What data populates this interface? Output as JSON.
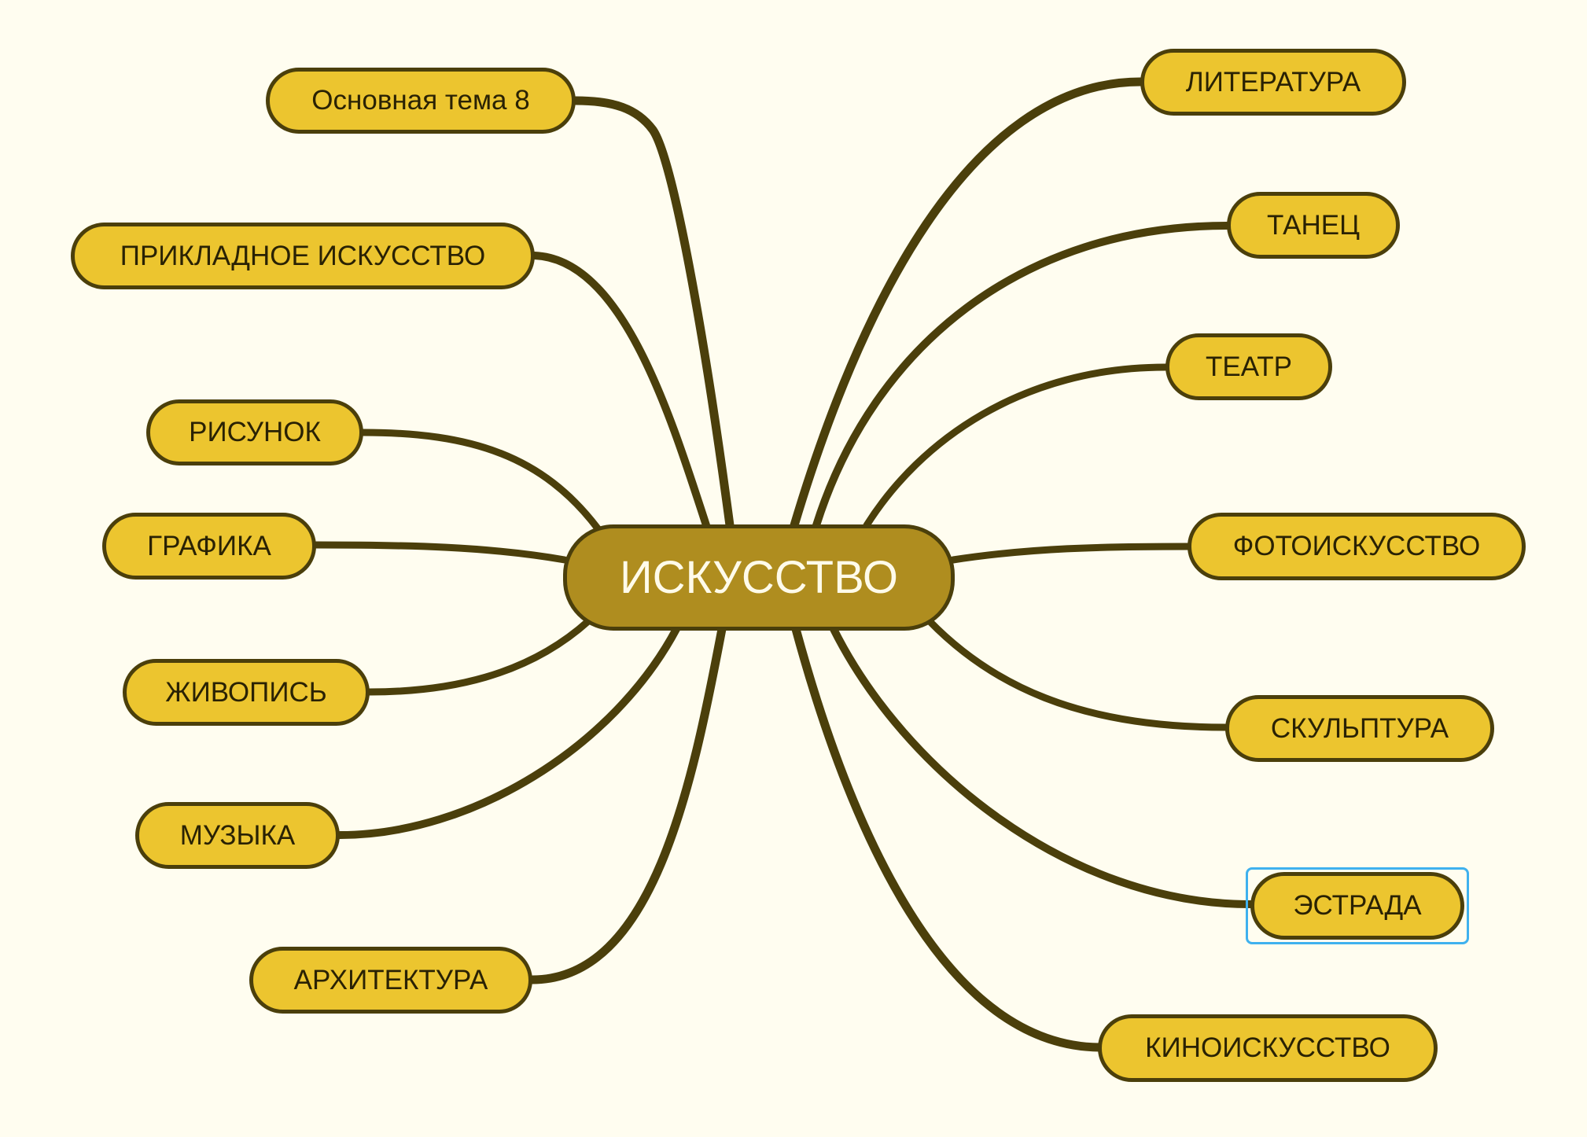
{
  "central": {
    "label": "ИСКУССТВО"
  },
  "topics": {
    "t8": "Основная тема 8",
    "applied": "ПРИКЛАДНОЕ ИСКУССТВО",
    "drawing": "РИСУНОК",
    "graphics": "ГРАФИКА",
    "painting": "ЖИВОПИСЬ",
    "music": "МУЗЫКА",
    "architecture": "АРХИТЕКТУРА",
    "literature": "ЛИТЕРАТУРА",
    "dance": "ТАНЕЦ",
    "theatre": "ТЕАТР",
    "photo": "ФОТОИСКУССТВО",
    "sculpture": "СКУЛЬПТУРА",
    "estrada": "ЭСТРАДА",
    "cinema": "КИНОИСКУССТВО"
  },
  "selected_topic": "ЭСТРАДА",
  "colors": {
    "background": "#fffdf0",
    "topic_fill": "#ecc52f",
    "central_fill": "#af8d1f",
    "outline": "#4b3f0b",
    "selection": "#3fb1ee"
  }
}
